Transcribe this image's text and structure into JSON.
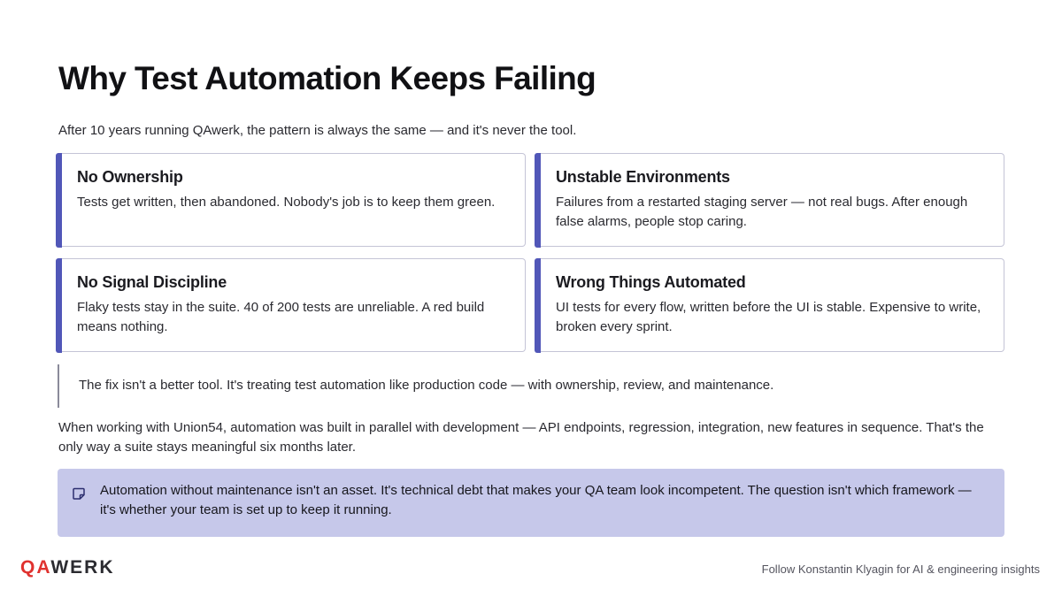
{
  "header": {
    "title": "Why Test Automation Keeps Failing",
    "subtitle": "After 10 years running QAwerk, the pattern is always the same — and it's never the tool."
  },
  "cards": [
    {
      "title": "No Ownership",
      "body": "Tests get written, then abandoned. Nobody's job is to keep them green."
    },
    {
      "title": "Unstable Environments",
      "body": "Failures from a restarted staging server — not real bugs. After enough false alarms, people stop caring."
    },
    {
      "title": "No Signal Discipline",
      "body": "Flaky tests stay in the suite. 40 of 200 tests are unreliable. A red build means nothing."
    },
    {
      "title": "Wrong Things Automated",
      "body": "UI tests for every flow, written before the UI is stable. Expensive to write, broken every sprint."
    }
  ],
  "quote": "The fix isn't a better tool. It's treating test automation like production code — with ownership, review, and maintenance.",
  "paragraph": "When working with Union54, automation was built in parallel with development — API endpoints, regression, integration, new features in sequence. That's the only way a suite stays meaningful six months later.",
  "callout": {
    "icon": "note-icon",
    "text": "Automation without maintenance isn't an asset. It's technical debt that makes your QA team look incompetent. The question isn't which framework — it's whether your team is set up to keep it running."
  },
  "logo": {
    "part1": "QA",
    "part2": "WERK",
    "color_accent": "#e0322f"
  },
  "footer": "Follow Konstantin Klyagin for AI & engineering insights",
  "colors": {
    "accent_bar": "#5157b8",
    "callout_bg": "#c6c8ea"
  }
}
